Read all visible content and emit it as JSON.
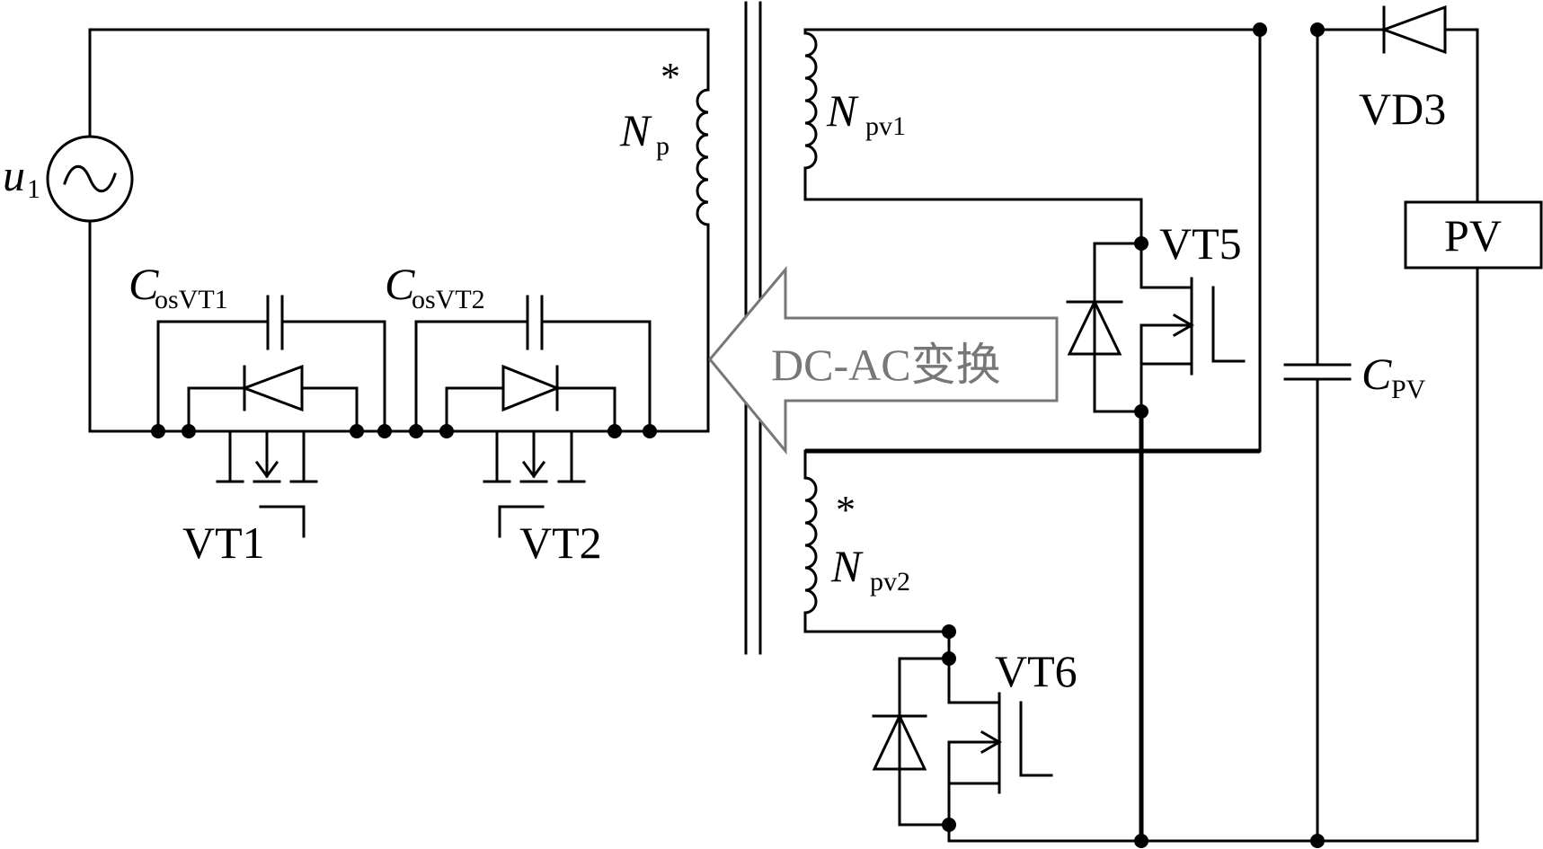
{
  "source": {
    "symbol": "u",
    "subscript": "1"
  },
  "transformer": {
    "primary": {
      "symbol": "N",
      "subscript": "p",
      "polarity_mark": "*"
    },
    "secondary_1": {
      "symbol": "N",
      "subscript": "pv1"
    },
    "secondary_2": {
      "symbol": "N",
      "subscript": "pv2",
      "polarity_mark": "*"
    }
  },
  "capacitors": [
    {
      "symbol": "C",
      "subscript": "osVT1"
    },
    {
      "symbol": "C",
      "subscript": "osVT2"
    },
    {
      "symbol": "C",
      "subscript": "PV"
    }
  ],
  "switches": [
    "VT1",
    "VT2",
    "VT5",
    "VT6"
  ],
  "diode": "VD3",
  "pv_block": "PV",
  "conversion_arrow": {
    "label": "DC-AC变换",
    "color": "#777777"
  }
}
